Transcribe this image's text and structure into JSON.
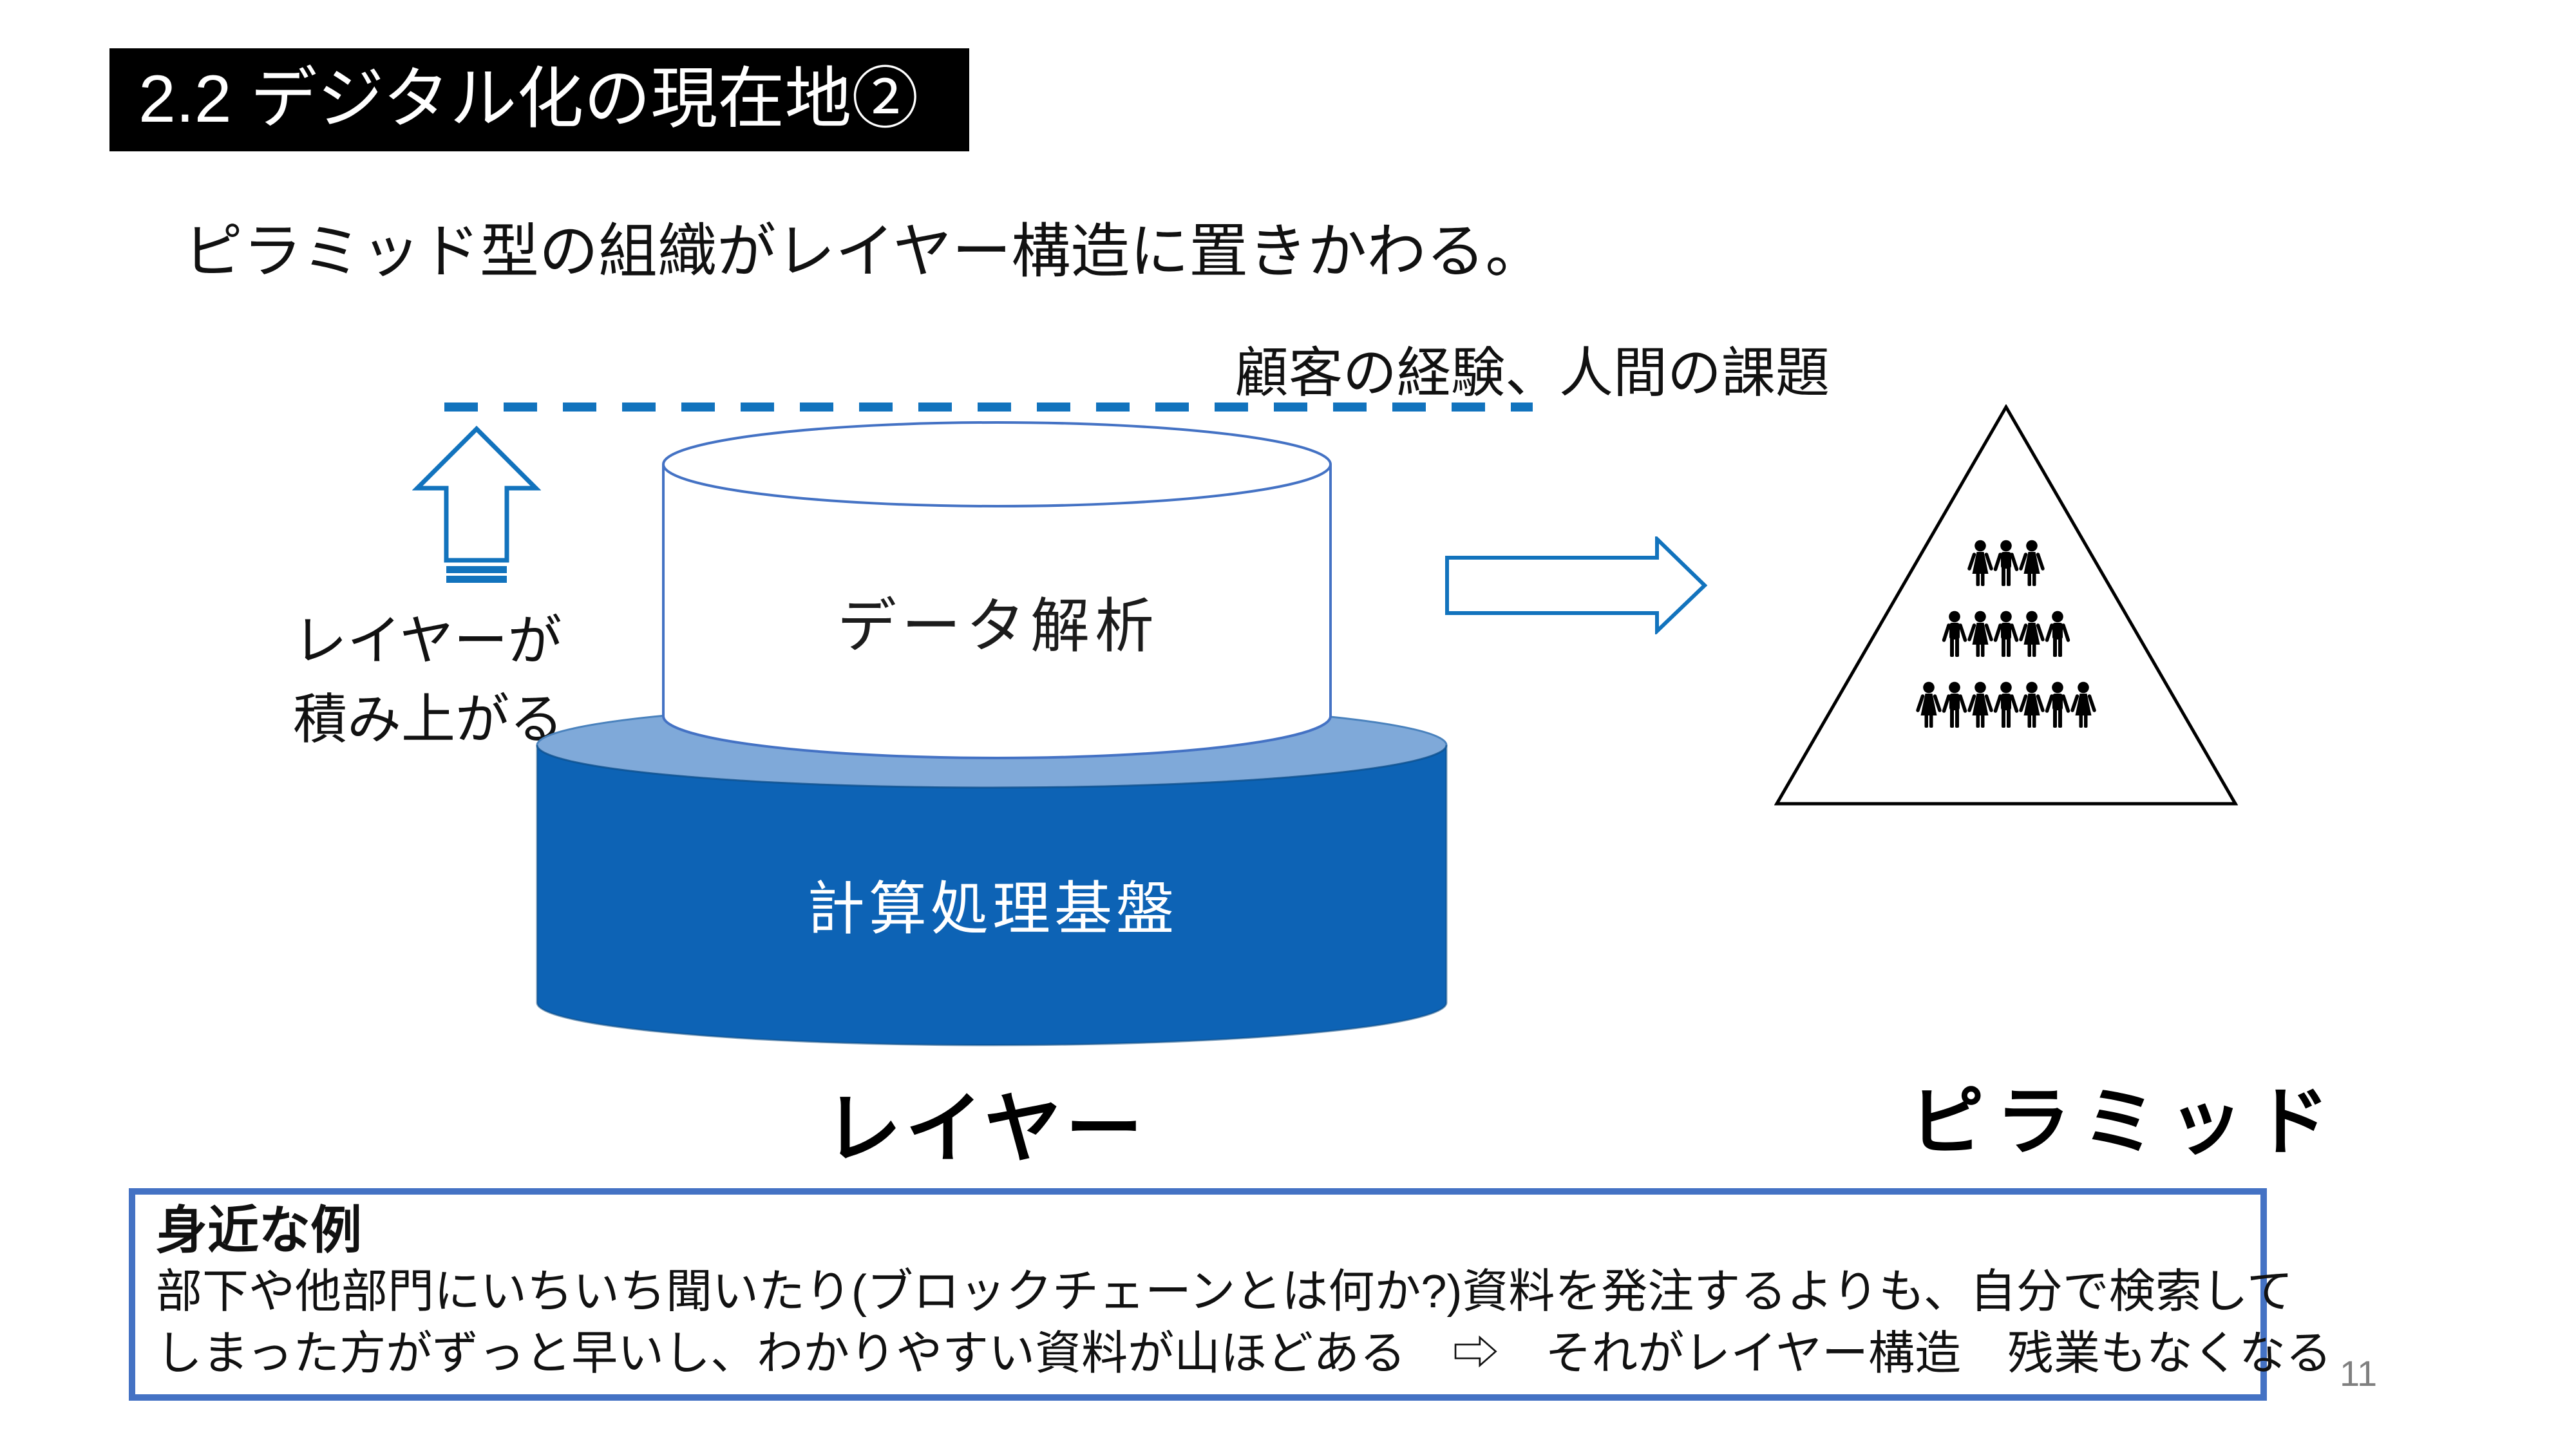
{
  "slide": {
    "title": "2.2  デジタル化の現在地②",
    "subtitle": "ピラミッド型の組織がレイヤー構造に置きかわる。",
    "page_number": "11"
  },
  "diagram": {
    "boundary_label": "顧客の経験、人間の課題",
    "up_arrow_label_line1": "レイヤーが",
    "up_arrow_label_line2": "積み上がる",
    "top_cylinder_label": "データ解析",
    "bottom_cylinder_label": "計算処理基盤",
    "layer_caption": "レイヤー",
    "pyramid_caption": "ピラミッド",
    "people_rows": [
      "FMF",
      "MFMFM",
      "FMFMFMF"
    ],
    "people_counts_per_row": [
      3,
      5,
      7
    ]
  },
  "example_box": {
    "heading": "身近な例",
    "line1": "部下や他部門にいちいち聞いたり(ブロックチェーンとは何か?)資料を発注するよりも、自分で検索して",
    "line2": "しまった方がずっと早いし、わかりやすい資料が山ほどある　⇨　それがレイヤー構造　残業もなくなる"
  },
  "colors": {
    "accent_blue": "#1273BD",
    "outline_blue": "#4472C4",
    "cylinder_dark": "#0D63B5",
    "cylinder_light": "#7FA9D9",
    "title_bg": "#000000",
    "page_gray": "#7F7F7F"
  }
}
